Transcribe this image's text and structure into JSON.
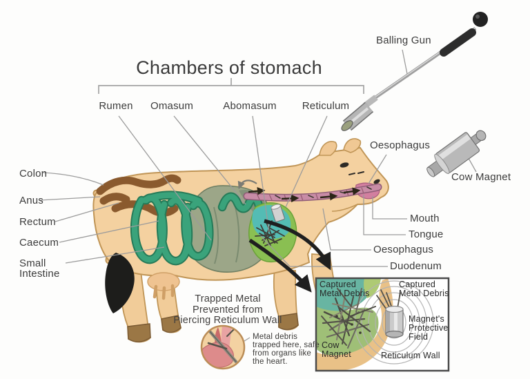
{
  "title": "Chambers of stomach",
  "chambers": {
    "rumen": "Rumen",
    "omasum": "Omasum",
    "abomasum": "Abomasum",
    "reticulum": "Reticulum"
  },
  "left_labels": {
    "colon": "Colon",
    "anus": "Anus",
    "rectum": "Rectum",
    "caecum": "Caecum",
    "small_intestine": "Small\nIntestine"
  },
  "right_labels": {
    "balling_gun": "Balling Gun",
    "oesophagus_head": "Oesophagus",
    "cow_magnet": "Cow Magnet",
    "mouth": "Mouth",
    "tongue": "Tongue",
    "oesophagus_neck": "Oesophagus",
    "duodenum": "Duodenum"
  },
  "callout": {
    "trapped": "Trapped Metal\nPrevented from\nPiercing Reticulum Wall",
    "debris_note": "Metal debris\ntrapped here, safe\nfrom organs like\nthe heart."
  },
  "inset": {
    "captured_left": "Captured\nMetal Debris",
    "captured_right": "Captured\nMetal Debris",
    "magnet_field": "Magnet's\nProtective\nField",
    "cow_magnet": "Cow\nMagnet",
    "reticulum_wall": "Reticulum Wall"
  },
  "colors": {
    "cow_body": "#f4d1a0",
    "cow_outline": "#c09556",
    "intestine_green": "#3aa37b",
    "rumen_graygreen": "#95a386",
    "reticulum_green": "#8abf52",
    "reticulum_teal": "#54bcb4",
    "colon_brown": "#8a5a2e",
    "oesophagus_pink": "#c88ca6",
    "reticulum_wall_tan": "#e9c187",
    "magnet_gray": "#b9b9b9",
    "tail_tip_black": "#1d1d1b"
  }
}
